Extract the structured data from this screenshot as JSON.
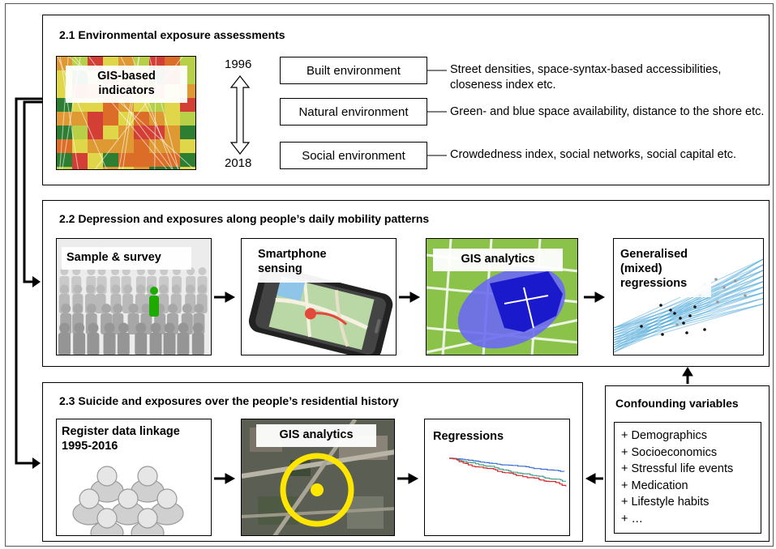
{
  "section1": {
    "title": "2.1 Environmental exposure assessments",
    "map_label": "GIS-based indicators",
    "year_start": "1996",
    "year_end": "2018",
    "environments": [
      {
        "label": "Built environment",
        "description": "Street densities, space-syntax-based accessibilities, closeness index etc."
      },
      {
        "label": "Natural environment",
        "description": "Green- and blue space availability, distance to the shore etc."
      },
      {
        "label": "Social environment",
        "description": "Crowdedness index, social networks, social capital etc."
      }
    ]
  },
  "section2": {
    "title": "2.2 Depression and exposures along people’s daily mobility patterns",
    "steps": [
      "Sample & survey",
      "Smartphone sensing",
      "GIS analytics",
      "Generalised (mixed) regressions"
    ]
  },
  "section3": {
    "title": "2.3 Suicide and exposures over the people’s residential history",
    "steps": [
      "Register data linkage 1995-2016",
      "GIS analytics",
      "Regressions"
    ]
  },
  "confounders": {
    "title": "Confounding variables",
    "items": [
      "+ Demographics",
      "+ Socioeconomics",
      "+ Stressful life events",
      "+ Medication",
      "+ Lifestyle habits",
      "+ …"
    ]
  },
  "colors": {
    "map_green": "#2e7d32",
    "map_red": "#e53935",
    "map_yellow": "#f4e04d",
    "gis_lime": "#8bc34a",
    "gis_blue": "#1a1acc",
    "regression_blue": "#4fa9d9",
    "person_green": "#1faa00",
    "circle_yellow": "#ffe600",
    "km_blue": "#3b6fd1",
    "km_green": "#46a08c",
    "km_red": "#d42a2a"
  }
}
